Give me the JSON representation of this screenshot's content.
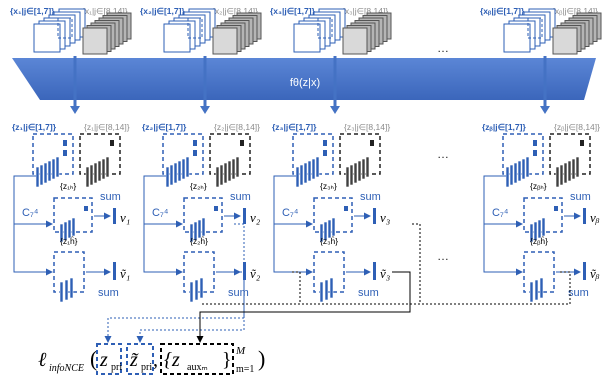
{
  "encoder_label": "fθ(z|x)",
  "ellipsis": "…",
  "colors": {
    "accent_blue": "#2e5fb5",
    "encoder_blue": "#4472c4",
    "dark_stack": "#404040",
    "gray_text": "#8c8c8c"
  },
  "columns": [
    {
      "id": "1",
      "x_known": "{x₁|j∈[1,7]}",
      "x_unknown": "{x₁|j∈[8,14]}",
      "z_known": "{z₁|j∈[1,7]}",
      "z_unknown": "{z₁|j∈[8,14]}",
      "combo": "C₇⁴",
      "zh": "{z₁ₕ}",
      "zh_tilde": "{z₁ĥ}",
      "sum_top": "sum",
      "sum_bottom": "sum",
      "v": "v₁",
      "v_tilde": "ṽ₁"
    },
    {
      "id": "2",
      "x_known": "{x₂|j∈[1,7]}",
      "x_unknown": "{x₂|j∈[8,14]}",
      "z_known": "{z₂|j∈[1,7]}",
      "z_unknown": "{z₂|j∈[8,14]}",
      "combo": "C₇⁴",
      "zh": "{z₂ₕ}",
      "zh_tilde": "{z₂ĥ}",
      "sum_top": "sum",
      "sum_bottom": "sum",
      "v": "v₂",
      "v_tilde": "ṽ₂"
    },
    {
      "id": "3",
      "x_known": "{x₃|j∈[1,7]}",
      "x_unknown": "{x₃|j∈[8,14]}",
      "z_known": "{z₃|j∈[1,7]}",
      "z_unknown": "{z₃|j∈[8,14]}",
      "combo": "C₇⁴",
      "zh": "{z₃ₕ}",
      "zh_tilde": "{z₃ĥ}",
      "sum_top": "sum",
      "sum_bottom": "sum",
      "v": "v₃",
      "v_tilde": "ṽ₃"
    },
    {
      "id": "b",
      "x_known": "{xᵦ|j∈[1,7]}",
      "x_unknown": "{xᵦ|j∈[8,14]}",
      "z_known": "{zᵦ|j∈[1,7]}",
      "z_unknown": "{zᵦ|j∈[8,14]}",
      "combo": "C₇⁴",
      "zh": "{zᵦₕ}",
      "zh_tilde": "{zᵦĥ}",
      "sum_top": "sum",
      "sum_bottom": "sum",
      "v": "vᵦ",
      "v_tilde": "ṽᵦ"
    }
  ],
  "loss": {
    "symbol": "ℓ",
    "subscript": "infoNCE",
    "z_pri": "z",
    "z_pri_sub": "pri",
    "z_pri_tilde": "z̃",
    "z_pri_tilde_sub": "pri",
    "z_aux": "{z",
    "z_aux_sub": "auxₘ",
    "z_aux_close": "}",
    "sup": "M",
    "sub": "m=1"
  }
}
